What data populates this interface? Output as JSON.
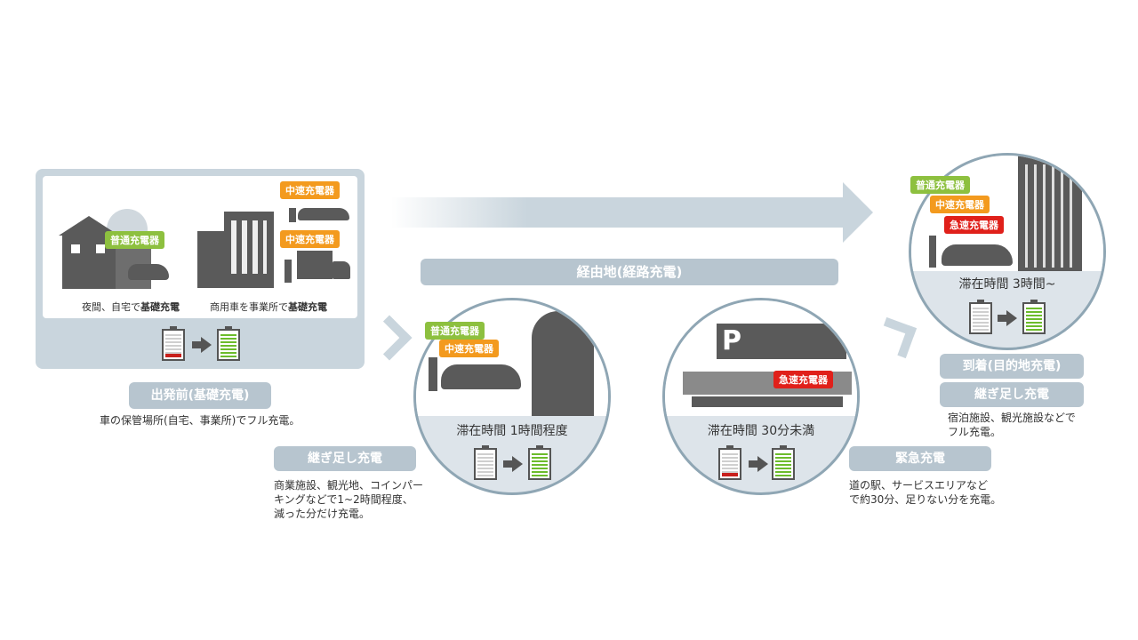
{
  "left_panel": {
    "home_label": "夜間、自宅で",
    "home_label_bold": "基礎充電",
    "office_label": "商用車を事業所で",
    "office_label_bold": "基礎充電",
    "bubble_home": "普通充電器",
    "bubble_office_1": "中速充電器",
    "bubble_office_2": "中速充電器"
  },
  "departure": {
    "title": "出発前(基礎充電)",
    "desc": "車の保管場所(自宅、事業所)でフル充電。"
  },
  "route_bar": "経由地(経路充電)",
  "cafe": {
    "bubble_1": "普通充電器",
    "bubble_2": "中速充電器",
    "stay": "滞在時間 1時間程度",
    "label": "継ぎ足し充電",
    "desc_1": "商業施設、観光地、コインパー",
    "desc_2": "キングなどで1~2時間程度、",
    "desc_3": "減った分だけ充電。"
  },
  "highway": {
    "bubble": "急速充電器",
    "stay": "滞在時間 30分未満",
    "label": "緊急充電",
    "desc_1": "道の駅、サービスエリアなど",
    "desc_2": "で約30分、足りない分を充電。",
    "sign_p": "P"
  },
  "destination": {
    "bubble_1": "普通充電器",
    "bubble_2": "中速充電器",
    "bubble_3": "急速充電器",
    "stay": "滞在時間 3時間~",
    "label_1": "到着(目的地充電)",
    "label_2": "継ぎ足し充電",
    "desc_1": "宿泊施設、観光施設などで",
    "desc_2": "フル充電。"
  },
  "colors": {
    "green": "#8dc03f",
    "orange": "#f39a1e",
    "red": "#e0201a",
    "label_grey": "#b7c5cf",
    "arrow_grey": "#c9d5dd"
  }
}
